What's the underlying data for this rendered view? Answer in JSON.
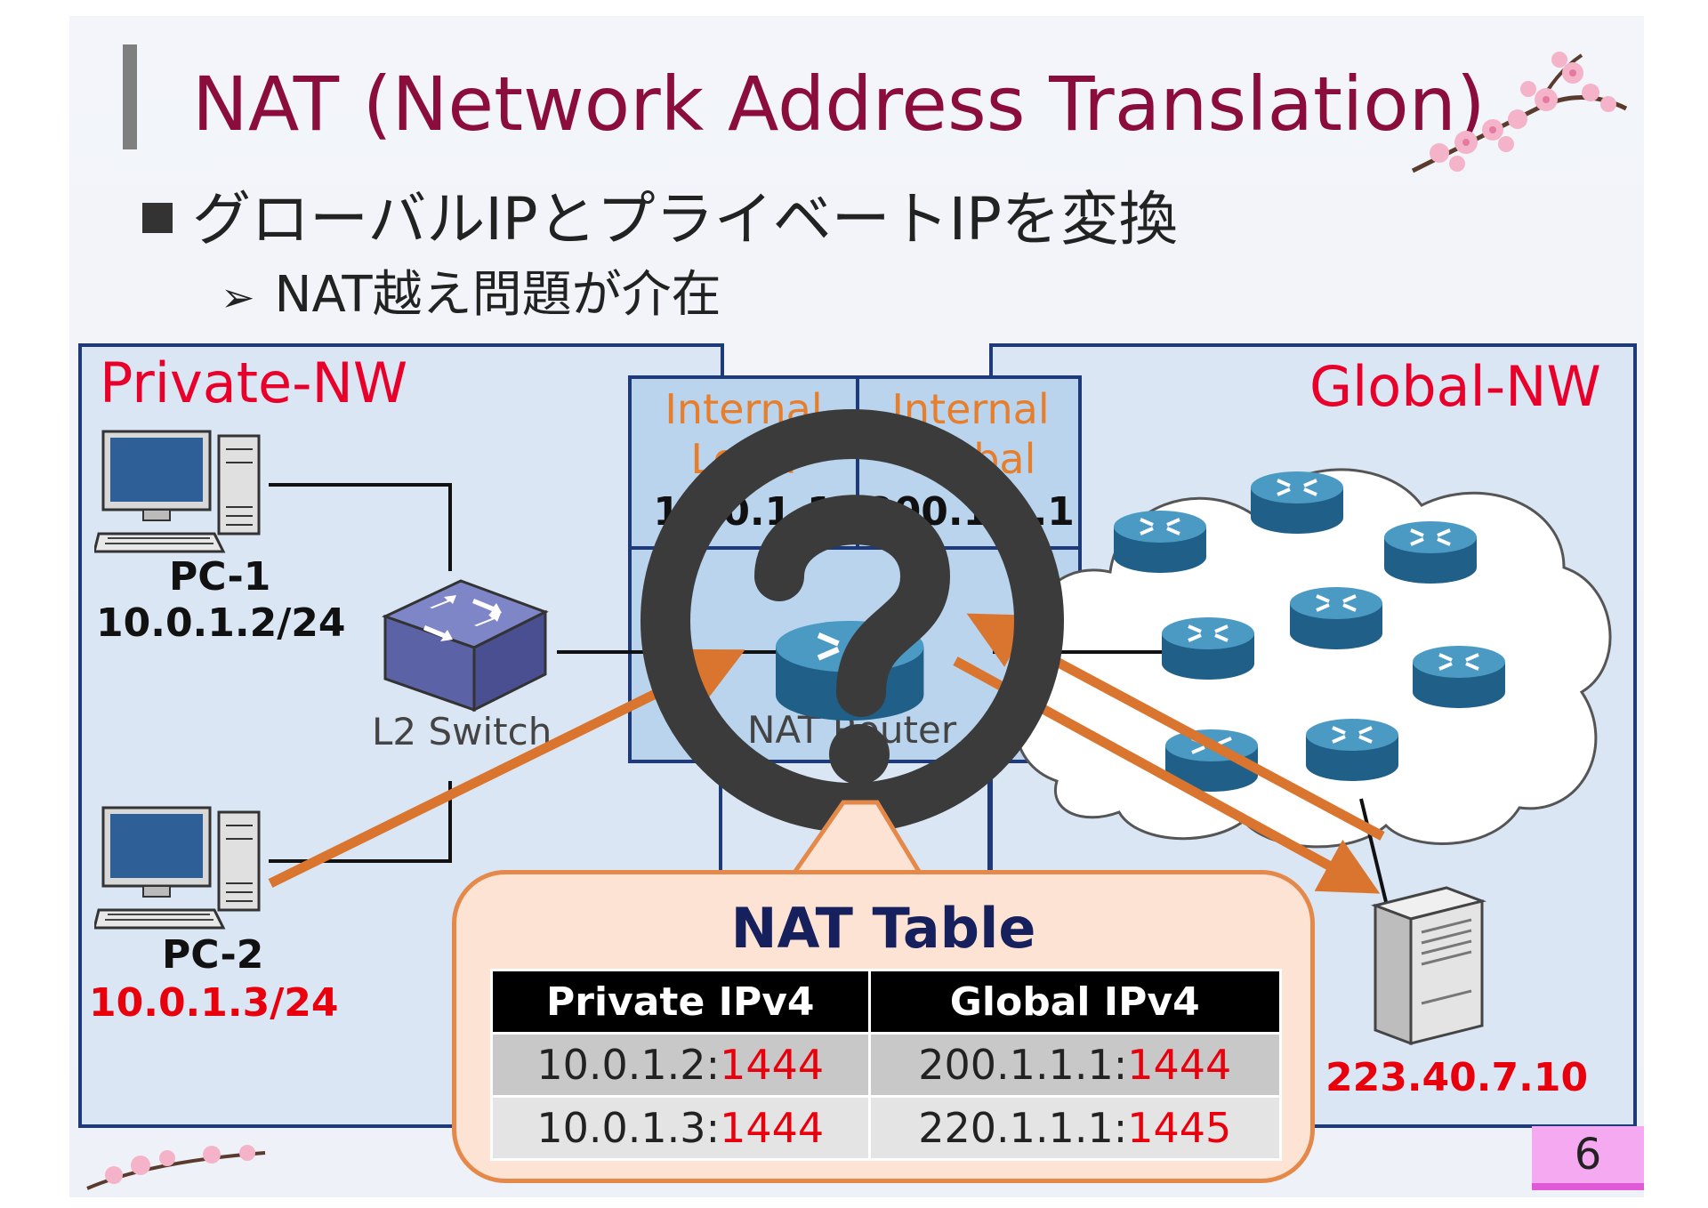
{
  "slide": {
    "title": "NAT (Network Address Translation)",
    "bullet": "グローバルIPとプライベートIPを変換",
    "sub_bullet": "NAT越え問題が介在",
    "page_number": "6"
  },
  "private_nw": {
    "label": "Private-NW",
    "pc1": {
      "name": "PC-1",
      "ip": "10.0.1.2/24"
    },
    "pc2": {
      "name": "PC-2",
      "ip": "10.0.1.3/24"
    },
    "switch_label": "L2 Switch"
  },
  "nat_router": {
    "col1_header": "Internal Local",
    "col2_header": "Internal Global",
    "col1_value": "10.0.1.1",
    "col2_value": "200.1.1.1",
    "label": "NAT Router"
  },
  "global_nw": {
    "label": "Global-NW",
    "server_ip": "223.40.7.10"
  },
  "nat_table": {
    "title": "NAT Table",
    "headers": [
      "Private IPv4",
      "Global IPv4"
    ],
    "rows": [
      {
        "private_ip": "10.0.1.2:",
        "private_port": "1444",
        "global_ip": "200.1.1.1:",
        "global_port": "1444"
      },
      {
        "private_ip": "10.0.1.3:",
        "private_port": "1444",
        "global_ip": "220.1.1.1:",
        "global_port": "1445"
      }
    ]
  },
  "colors": {
    "title": "#8b0d3b",
    "zone_label": "#e8002a",
    "zone_border": "#1f3a78",
    "arrow": "#d9752e",
    "callout_bg": "#fde3d4",
    "port_red": "#e8000d",
    "page_badge": "#f5a9f0"
  },
  "icons": [
    "question-mark-icon",
    "pc-icon",
    "l2-switch-icon",
    "router-icon",
    "server-icon",
    "cloud-icon",
    "cherry-blossom-icon"
  ]
}
